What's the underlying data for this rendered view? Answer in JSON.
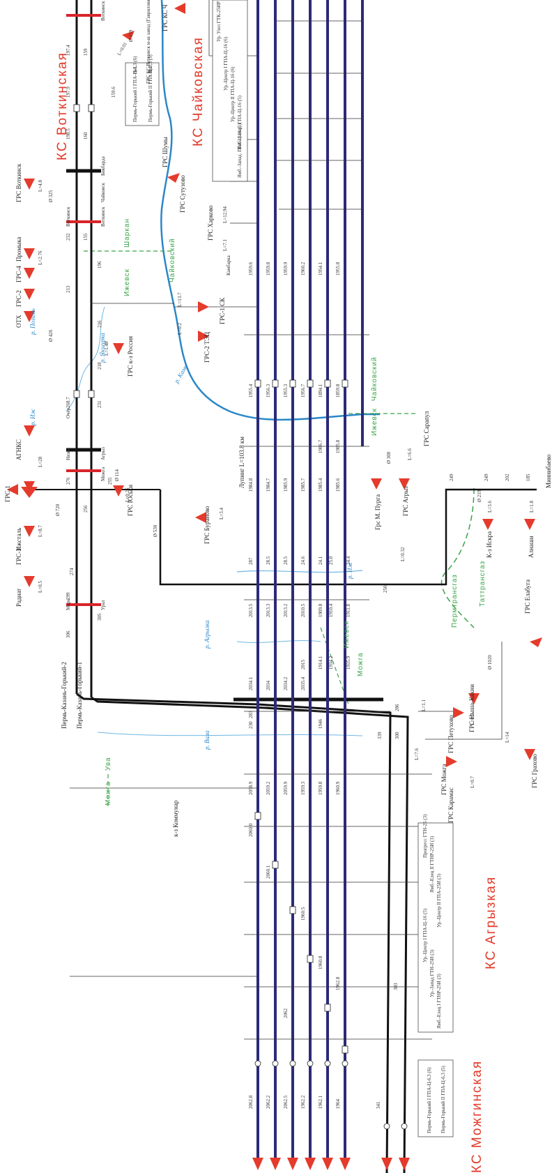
{
  "stations": {
    "votkinsk": "КС Воткинская",
    "chaikovsky": "КС Чайковская",
    "agryz": "КС Агрызкая",
    "mozhga": "КС Можгинская"
  },
  "zones": {
    "izhevsk_shar": "Ижевск",
    "sharkan": "Шаркан",
    "chaik_zone": "Чайковский",
    "izhevsk_main": "Ижевск",
    "chaik_zone2": "Чайковский",
    "izhevsk_mozh": "Ижевск",
    "mozhga_zone": "Можга",
    "uva": "Ува",
    "mozhga_uva": "Можга",
    "perm": "Пермтрансгаз",
    "tatar": "Таттрансгаз"
  },
  "rivers": {
    "kama": "р. Кама",
    "izh": "р. Иж",
    "agryzka": "р. Агрызка",
    "vala": "р. Вала",
    "ozh": "р. Иж",
    "poz": "р. Позимь",
    "yakshur": "р. Якшурка"
  },
  "grs": [
    {
      "id": "grs1",
      "label": "ГРС-1"
    },
    {
      "id": "izhevsk",
      "label": "Ижсталь"
    },
    {
      "id": "grs3",
      "label": "ГРС-3"
    },
    {
      "id": "radiat",
      "label": "Радиат"
    },
    {
      "id": "agnks",
      "label": "АГНКС"
    },
    {
      "id": "otkh",
      "label": "ОТХ"
    },
    {
      "id": "grs2",
      "label": "ГРС-2"
    },
    {
      "id": "grs4",
      "label": "ГРС-4"
    },
    {
      "id": "promyka",
      "label": "Промыка"
    },
    {
      "id": "votkinsk_grs",
      "label": "ГРС Воткинск"
    },
    {
      "id": "grs_yukamensk",
      "label": "ГРС Юськи"
    },
    {
      "id": "grs_kz_rossia",
      "label": "ГРС к-з Россия"
    },
    {
      "id": "grs1sk",
      "label": "ГРС-1 СК"
    },
    {
      "id": "grs2tec",
      "label": "ГРС-2 ТЭЦ"
    },
    {
      "id": "grs_shumy",
      "label": "ГРС Шумы"
    },
    {
      "id": "grs_sutuzovo",
      "label": "ГРС Сутузово"
    },
    {
      "id": "grs_kharkovo",
      "label": "ГРС Харково"
    },
    {
      "id": "grs_ks_ch",
      "label": "ГРС КС Ч"
    },
    {
      "id": "grs_buranovo",
      "label": "ГРС Бураново"
    },
    {
      "id": "grs_sarapul",
      "label": "ГРС Сарапул"
    },
    {
      "id": "grs_mpurga",
      "label": "Грс М. Пурга"
    },
    {
      "id": "grs_agryz",
      "label": "ГРС Агрыз"
    },
    {
      "id": "grs_alnashi",
      "label": "Алнаши"
    },
    {
      "id": "grs_kz_iskra",
      "label": "К-з Искра"
    },
    {
      "id": "grs_elabuga",
      "label": "ГРС Елабуга"
    },
    {
      "id": "grs_petukhovo",
      "label": "ГРС Петухово"
    },
    {
      "id": "grs_nyshakakni",
      "label": "ГРС Ныша-Какни"
    },
    {
      "id": "grs_grakhovo",
      "label": "ГРС Грахово"
    },
    {
      "id": "grs_mozhga",
      "label": "ГРС Можга"
    },
    {
      "id": "grs_karamas",
      "label": "ГРС Карамас"
    },
    {
      "id": "grs_ks_votk",
      "label": "ГРС КС Воткинск м-ш завод (Гавриловка)"
    },
    {
      "id": "kz_kommunar",
      "label": "к-з Коммунар"
    }
  ],
  "pipelines": {
    "perm_kazan_2": "Пермь-Казань-Горький-2",
    "perm_kazan_1": "Пермь-Казань-Горький-1",
    "lupinga": "Лупинг L=103.8 км",
    "minibaevo": "Миннибаево"
  },
  "city_marks": {
    "votkinsk_top": "Воткинск",
    "votkinsk2": "Воткинск",
    "votkinsk3": "Воткинск",
    "chaikovsky_mark": "Чайковск",
    "bikbarda": "Бикбарда",
    "kambarka": "Камбарка",
    "ochyor": "Очер",
    "nyazik": "Нязик",
    "agryz_mark": "Агрыз",
    "mozhga_mark": "Можга",
    "ural": "Урал",
    "morya": "Моря"
  },
  "km_marks": {
    "left_col": [
      "197.4",
      "197.9",
      "198.5",
      "232",
      "213",
      "216",
      "218",
      "231",
      "268.7",
      "276",
      "299",
      "305",
      "306",
      "255",
      "256",
      "274"
    ],
    "left_col2": [
      "159",
      "159.6",
      "160",
      "155",
      "196"
    ],
    "lines_top": [
      "1955.4",
      "1959.6",
      "1959.8",
      "1959.9",
      "1960.2",
      "1956.7",
      "1955.3",
      "1956.3",
      "1954.1",
      "1955.8",
      "1894.1",
      "1859.8"
    ],
    "lines_mid": [
      "1984.8",
      "1984.7",
      "1985.9",
      "1985.7",
      "1985.4",
      "1985.6",
      "1986.7",
      "1985.8"
    ],
    "lines_river": [
      "28.5",
      "28.5",
      "24.6",
      "24.1",
      "25.0",
      "24.4",
      "287"
    ],
    "lines_lower": [
      "2013.5",
      "2013.3",
      "2013.2",
      "2010.5",
      "1909.8",
      "1910.4",
      "1911.8",
      "2015",
      "1914.1",
      "1934.2",
      "1935.9"
    ],
    "lines_bottom": [
      "2034.1",
      "2034",
      "2034.2",
      "2035.4",
      "1946",
      "283",
      "230",
      "286",
      "300",
      "339"
    ],
    "lines_ks": [
      "2058.9",
      "2059.2",
      "2059.9",
      "1959.3",
      "1959.8",
      "1960.9",
      "2060.0",
      "2060.1",
      "1960.5",
      "1960.8",
      "1962.8",
      "2062"
    ],
    "lines_end": [
      "2062.8",
      "2062.2",
      "2062.5",
      "1962.2",
      "1962.1",
      "1964"
    ],
    "right_marks": [
      "249",
      "249",
      "202",
      "185",
      "250",
      "341",
      "303"
    ]
  },
  "lengths": {
    "l_top": "L=0.01",
    "l_sutuzovo": "L=12.94",
    "l_kharkovo": "L=7.1",
    "l_votkinsk": "L=4.8",
    "l_promyka": "L=2.76",
    "l_kz": "L=1.48",
    "l_agnks": "L=28",
    "l_izh": "L=8.7",
    "l_radiat": "L=0.5",
    "l_yuski": "L=0.25",
    "l_grs1sk": "L=13.7",
    "l_tec": "L=0.2",
    "l_bur": "L=3.4",
    "l_sar": "L=6.6",
    "l_agryz": "L=0.32",
    "l_iskra": "L=3.6",
    "l_alnashi": "L=1.8",
    "l_pet": "L=1.1",
    "l_mozh": "L=7.6",
    "l_ny": "L=0.7",
    "l_grakh": "L=14",
    "l_kar": "L=0.7"
  },
  "diam": {
    "d_top": "Ø 159",
    "d_a": "Ø 325",
    "d_b": "Ø 530",
    "d_c": "Ø 114",
    "d_d": "Ø 720",
    "d_e": "Ø 219",
    "d_f": "Ø 426",
    "d_g": "Ø 1020",
    "d_h": "Ø 300"
  },
  "units": {
    "votk": [
      {
        "no": "№1",
        "text": "Пермь-Горький I ГПА-Ц-6,3 (6)"
      },
      {
        "no": "№2",
        "text": "Пермь-Горький II ГПА-Ц-6,3 (5)"
      }
    ],
    "chaik": [
      {
        "no": "№4",
        "text": "Ур. Узел ГТК-25ИР (3)"
      },
      {
        "no": "№2",
        "text": "Ур.-Центр I ГПА-Ц-16 (6)"
      },
      {
        "no": "№3",
        "text": "Ур.-Центр II ГПА-Ц-16 (6)"
      },
      {
        "no": "№5",
        "text": "Ямб.-Запад. ГПА-Ц-16 (5)"
      },
      {
        "no": "№6",
        "text": "Ямб.-Запад. ГПА-Ц-16 (5)"
      }
    ],
    "agryz": [
      {
        "no": "№8",
        "text": "Прогресс ГТН-25 (3)"
      },
      {
        "no": "№7",
        "text": "Ямб.-Елец II ГТНР-25И (3)"
      },
      {
        "no": "№5",
        "text": "Ур.-Центр II ГПА-25И (3)"
      },
      {
        "no": "№4",
        "text": "Ур.-Центр I ГПА-Ц-16 (5)"
      },
      {
        "no": "№3",
        "text": "Ур.-Запад ГТН-25И (3)"
      },
      {
        "no": "№6",
        "text": "Ямб.-Елец I ГТНР-25И (3)"
      }
    ],
    "mozh": [
      {
        "no": "№2",
        "text": "Пермь-Горький I ГПА-Ц-6,3 (6)"
      },
      {
        "no": "№1",
        "text": "Пермь-Горький II ГПА-Ц-6,3 (5)"
      }
    ]
  },
  "colors": {
    "pipe_main": "#2c2a78",
    "pipe_black": "#111111",
    "arrow_red": "#e43b2c",
    "ks_title": "#e23a2a",
    "zone_green": "#3aa347",
    "river_blue": "#2a87c8",
    "marker_red": "#d8242a"
  }
}
